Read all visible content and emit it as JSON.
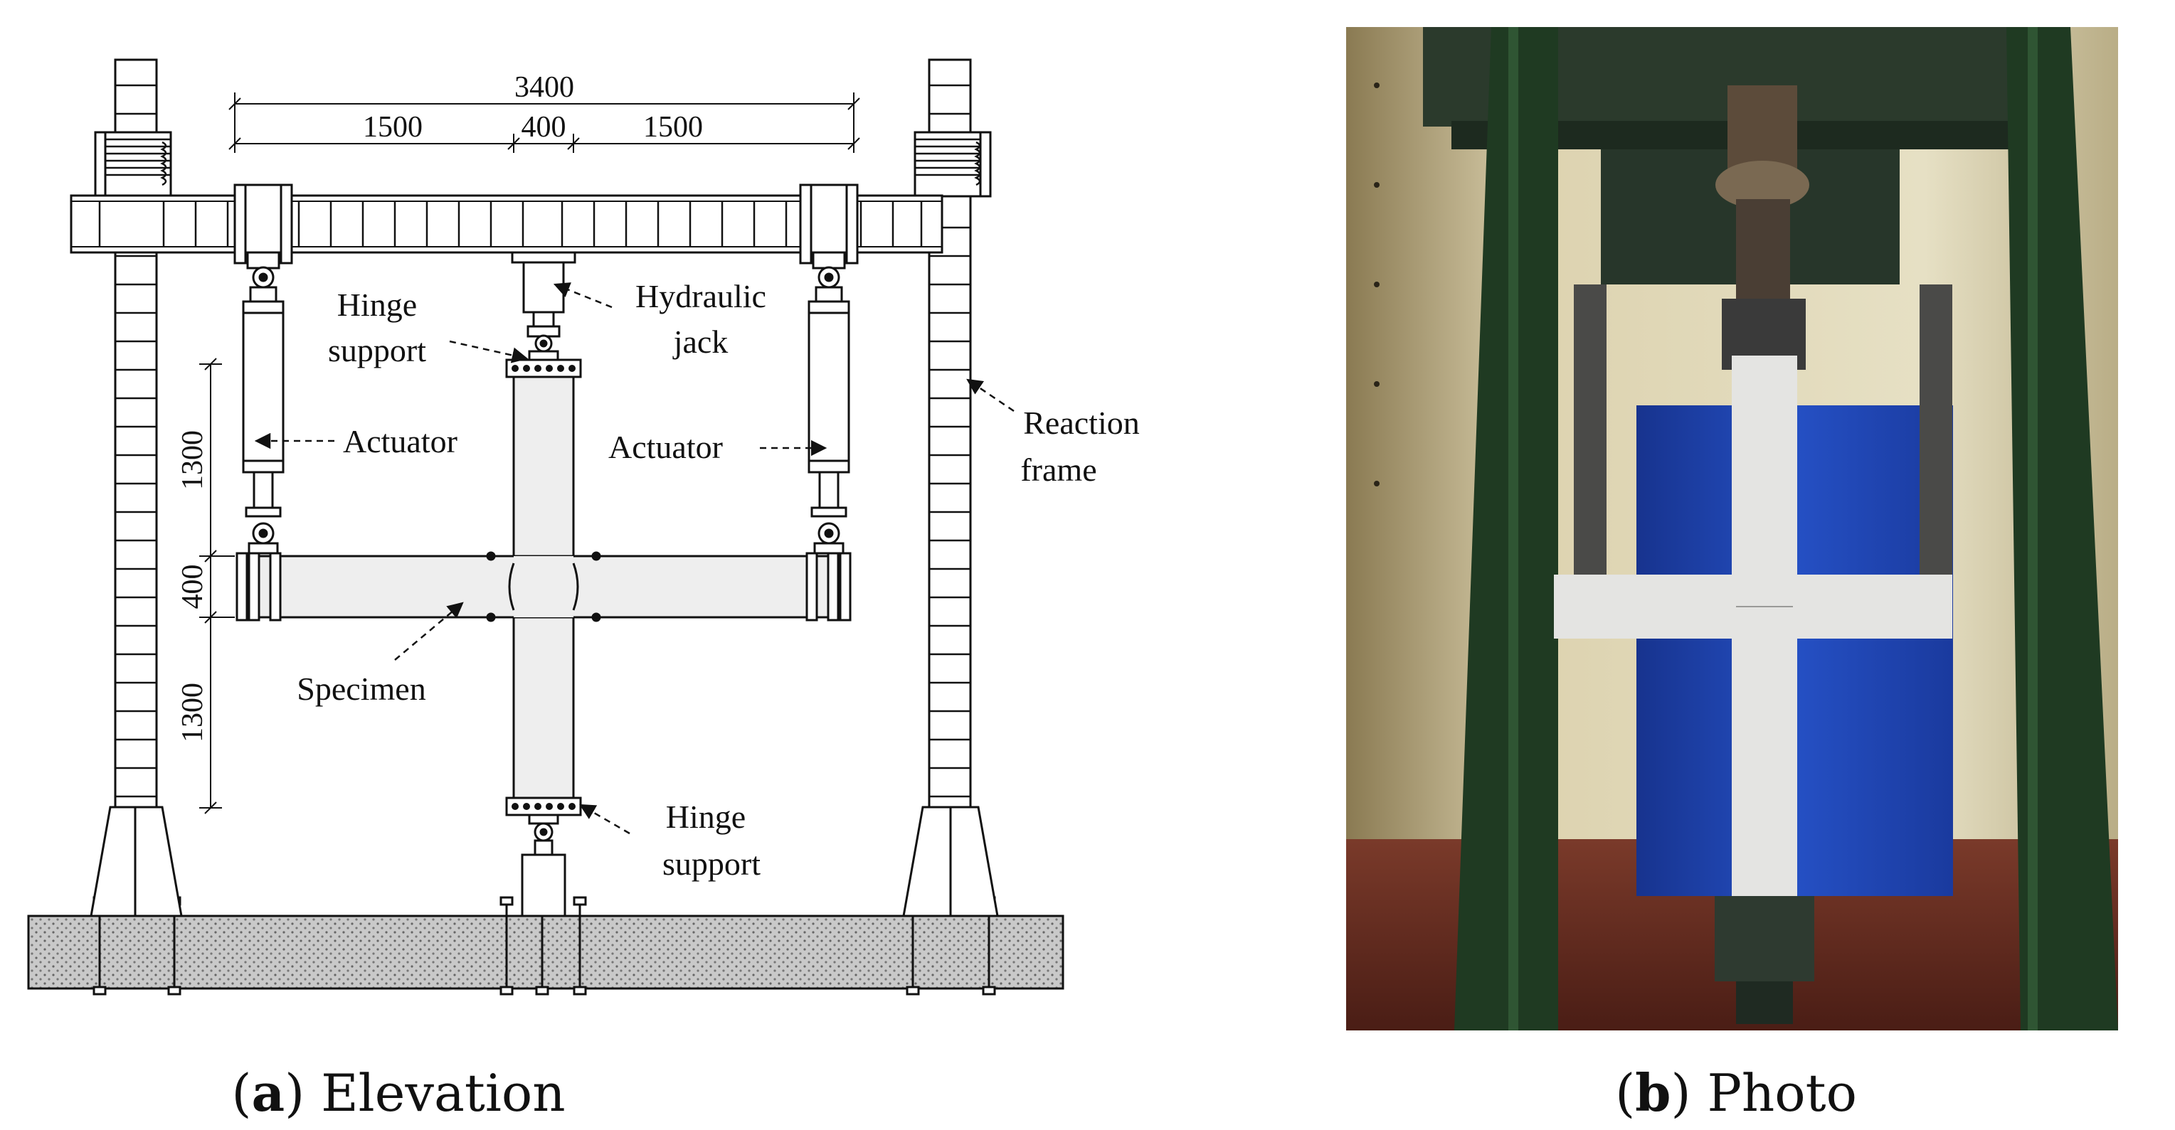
{
  "elevation": {
    "dims": {
      "total": "3400",
      "left": "1500",
      "mid": "400",
      "right": "1500",
      "v_upper": "1300",
      "v_mid": "400",
      "v_lower": "1300"
    },
    "labels": {
      "hinge_top_1": "Hinge",
      "hinge_top_2": "support",
      "jack_1": "Hydraulic",
      "jack_2": "jack",
      "actuator_left": "Actuator",
      "actuator_right": "Actuator",
      "reaction_1": "Reaction",
      "reaction_2": "frame",
      "specimen": "Specimen",
      "hinge_bottom_1": "Hinge",
      "hinge_bottom_2": "support"
    }
  },
  "captions": {
    "a_letter": "a",
    "a_text": "Elevation",
    "b_letter": "b",
    "b_text": "Photo"
  },
  "colors": {
    "frame_green": "#1f3a22",
    "curtain_blue": "#1f3fa8",
    "concrete_white": "#e4e4e2",
    "floor_red": "#6a2c20",
    "wall": "#d9d0b4"
  }
}
